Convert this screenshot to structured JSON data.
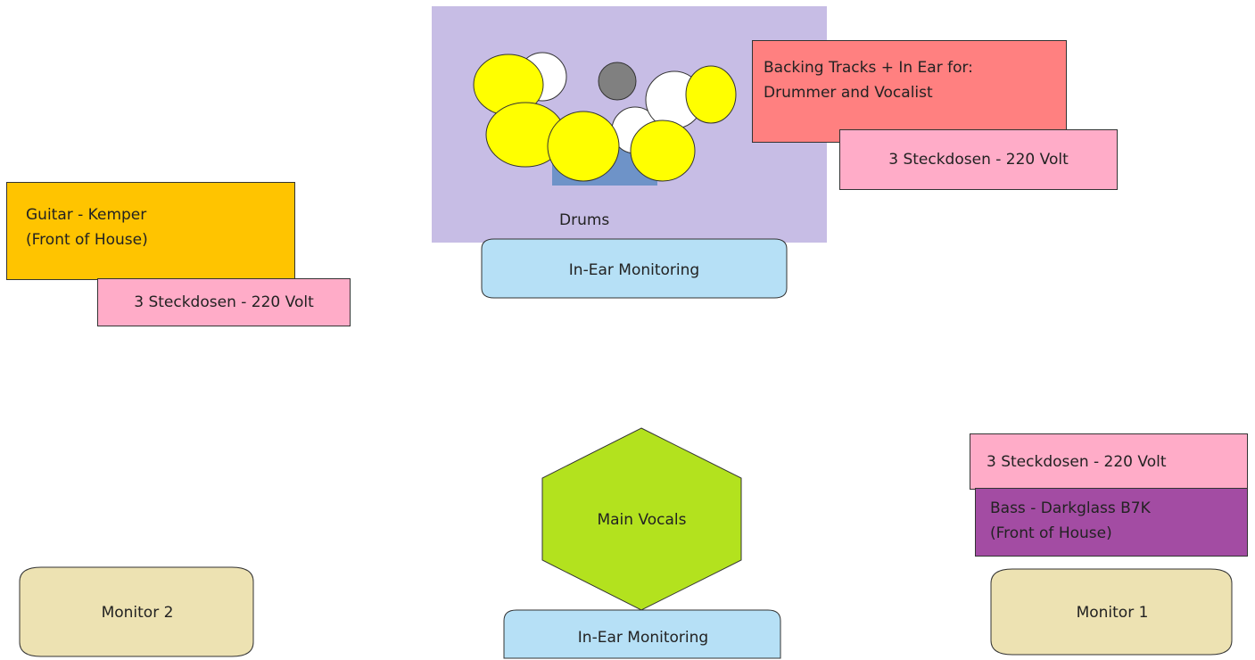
{
  "drums": {
    "label": "Drums",
    "area_color": "#c7bde5"
  },
  "backing_tracks": {
    "line1": "Backing Tracks + In Ear for:",
    "line2": "Drummer and Vocalist",
    "color": "#ff8080"
  },
  "power_drums": {
    "label": "3 Steckdosen - 220 Volt",
    "color": "#ffacc8"
  },
  "iem_drums": {
    "label": "In-Ear Monitoring",
    "color": "#b6e0f6"
  },
  "guitar": {
    "line1": "Guitar - Kemper",
    "line2": "(Front of House)",
    "color": "#ffc400"
  },
  "power_guitar": {
    "label": "3 Steckdosen - 220 Volt",
    "color": "#ffacc8"
  },
  "vocals": {
    "label": "Main Vocals",
    "color": "#b3e21e"
  },
  "iem_vocals": {
    "label": "In-Ear Monitoring",
    "color": "#b6e0f6"
  },
  "power_bass": {
    "label": "3 Steckdosen - 220 Volt",
    "color": "#ffacc8"
  },
  "bass": {
    "line1": "Bass - Darkglass B7K",
    "line2": "(Front of House)",
    "color": "#a34ca3"
  },
  "monitor2": {
    "label": "Monitor 2",
    "color": "#ede2b2"
  },
  "monitor1": {
    "label": "Monitor 1",
    "color": "#ede2b2"
  },
  "drum_colors": {
    "cymbal": "#ffff00",
    "tom": "#ffffff",
    "hihat": "#808080",
    "kick": "#6e93c8"
  }
}
